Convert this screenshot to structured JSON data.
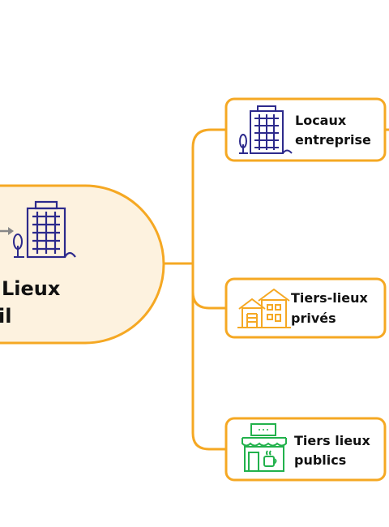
{
  "central": {
    "title_line1": "Lieux",
    "title_line2": "il",
    "fill_color": "#FDF2DF",
    "icon": "office-building-icon"
  },
  "connector_color": "#F5A823",
  "branches": [
    {
      "line1": "Locaux",
      "line2": "entreprise",
      "icon": "office-building-icon",
      "icon_color": "#2D2A8C"
    },
    {
      "line1": "Tiers-lieux",
      "line2": "privés",
      "icon": "houses-icon",
      "icon_color": "#F5A823"
    },
    {
      "line1": "Tiers lieux",
      "line2": "publics",
      "icon": "shop-icon",
      "icon_color": "#22B14C"
    }
  ]
}
